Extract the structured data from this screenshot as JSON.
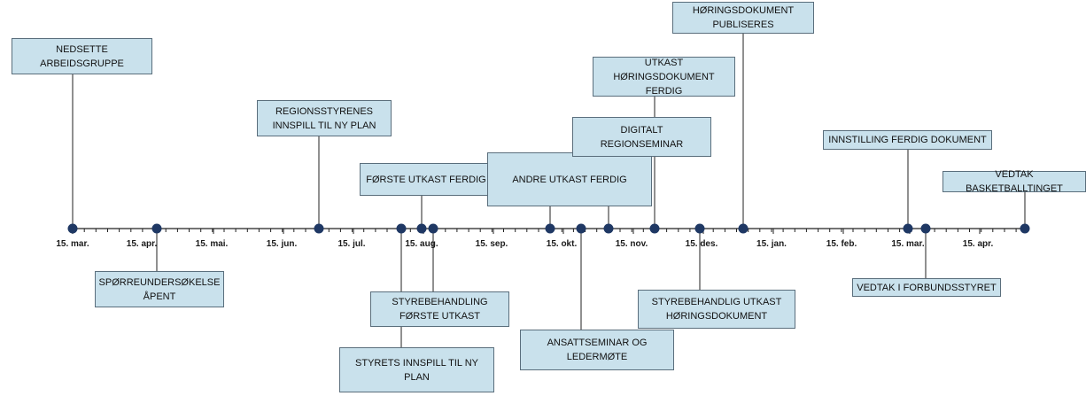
{
  "axis": {
    "months": [
      "15. mar.",
      "15. apr.",
      "15. mai.",
      "15. jun.",
      "15. jul.",
      "15. aug.",
      "15. sep.",
      "15. okt.",
      "15. nov.",
      "15. des.",
      "15. jan.",
      "15. feb.",
      "15. mar.",
      "15. apr."
    ]
  },
  "events": [
    {
      "id": "nedsette",
      "label": "NEDSETTE\nARBEIDSGRUPPE"
    },
    {
      "id": "sporreundersokelse",
      "label": "SPØRREUNDERSØKELSE\nÅPENT"
    },
    {
      "id": "regionsstyrenes",
      "label": "REGIONSSTYRENES\nINNSPILL TIL NY PLAN"
    },
    {
      "id": "styrets-innspill",
      "label": "STYRETS INNSPILL TIL NY PLAN"
    },
    {
      "id": "forste-utkast",
      "label": "FØRSTE UTKAST FERDIG"
    },
    {
      "id": "styrebehandling-forste",
      "label": "STYREBEHANDLING\nFØRSTE UTKAST"
    },
    {
      "id": "andre-utkast",
      "label": "ANDRE UTKAST FERDIG"
    },
    {
      "id": "ansattseminar",
      "label": "ANSATTSEMINAR OG\nLEDERMØTE"
    },
    {
      "id": "digitalt",
      "label": "DIGITALT\nREGIONSEMINAR"
    },
    {
      "id": "utkast-horingsdokument",
      "label": "UTKAST\nHØRINGSDOKUMENT\nFERDIG"
    },
    {
      "id": "styrebehandlig-utkast",
      "label": "STYREBEHANDLIG UTKAST\nHØRINGSDOKUMENT"
    },
    {
      "id": "horingsdokument-publiseres",
      "label": "HØRINGSDOKUMENT\nPUBLISERES"
    },
    {
      "id": "innstilling",
      "label": "INNSTILLING FERDIG DOKUMENT"
    },
    {
      "id": "vedtak-forbundsstyret",
      "label": "VEDTAK I FORBUNDSSTYRET"
    },
    {
      "id": "vedtak-basketballtinget",
      "label": "VEDTAK BASKETBALLTINGET"
    }
  ],
  "colors": {
    "box_fill": "#c9e1ec",
    "box_border": "#5a6e7c",
    "marker": "#1f3864",
    "axis": "#222222"
  }
}
